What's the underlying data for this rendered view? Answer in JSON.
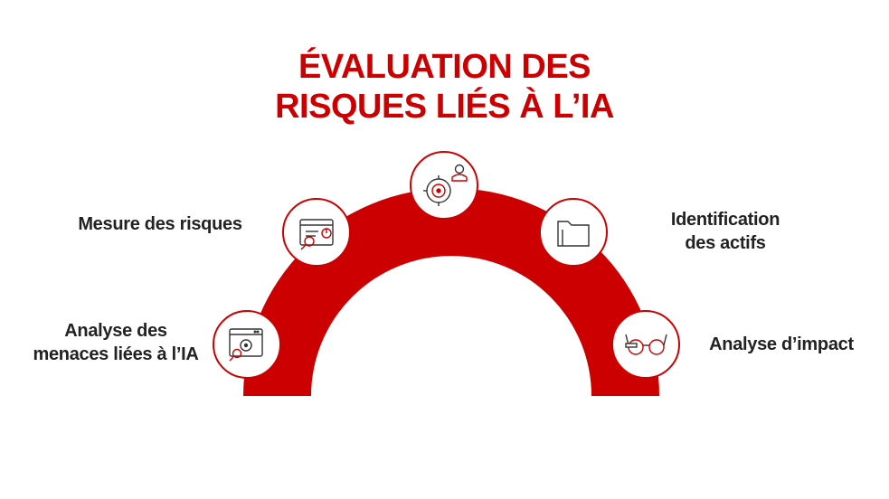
{
  "title": {
    "line1": "ÉVALUATION DES",
    "line2": "RISQUES LIÉS À L’IA"
  },
  "steps": [
    {
      "label_lines": [
        "Analyse des",
        "menaces liées à l’IA"
      ],
      "icon": "biohazard-window-icon"
    },
    {
      "label_lines": [
        "Mesure des risques"
      ],
      "icon": "chart-window-icon"
    },
    {
      "label_lines": [],
      "icon": "target-threat-icon"
    },
    {
      "label_lines": [
        "Identification",
        "des actifs"
      ],
      "icon": "folder-icon"
    },
    {
      "label_lines": [
        "Analyse d’impact"
      ],
      "icon": "glasses-icon"
    }
  ],
  "colors": {
    "accent": "#cc0000",
    "circle_border": "#cc0000",
    "text": "#222222",
    "background": "#ffffff"
  }
}
